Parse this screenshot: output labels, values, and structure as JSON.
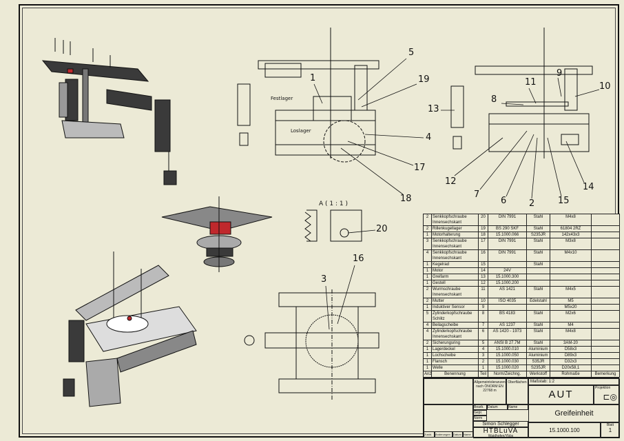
{
  "balloons": {
    "v2": [
      "5",
      "19",
      "1",
      "4",
      "17",
      "18"
    ],
    "v3": [
      "9",
      "10",
      "11",
      "8",
      "13",
      "12",
      "7",
      "6",
      "2",
      "15",
      "14"
    ],
    "detail": [
      "20"
    ],
    "top": [
      "3",
      "16"
    ]
  },
  "annotations": {
    "festlager": "Festlager",
    "loslager": "Loslager",
    "detail_label": "A ( 1 : 1 )"
  },
  "parts_list": {
    "headers": [
      "Anz.",
      "Benennung",
      "Teil",
      "Norm/Zeichng.",
      "Werkstoff",
      "Rohmaße",
      "Bemerkung"
    ],
    "rows": [
      [
        "2",
        "Senkkopfschraube Innensechskant",
        "20",
        "DIN 7991",
        "Stahl",
        "M4x8",
        ""
      ],
      [
        "2",
        "Rillenkugellager",
        "19",
        "BS 290 SKF",
        "Stahl",
        "61804 2RZ",
        ""
      ],
      [
        "1",
        "Motorhalterung",
        "18",
        "15.1000.066",
        "S235JR",
        "142x43x3",
        ""
      ],
      [
        "3",
        "Senkkopfschraube Innensechskant",
        "17",
        "DIN 7991",
        "Stahl",
        "M3x8",
        ""
      ],
      [
        "4",
        "Senkkopfschraube Innensechskant",
        "16",
        "DIN 7991",
        "Stahl",
        "M4x10",
        ""
      ],
      [
        "1",
        "Kegelrad",
        "15",
        "",
        "Stahl",
        "",
        ""
      ],
      [
        "1",
        "Motor",
        "14",
        "24V",
        "",
        "",
        ""
      ],
      [
        "1",
        "Greifarm",
        "13",
        "15.1000.300",
        "",
        "",
        ""
      ],
      [
        "1",
        "Gestell",
        "12",
        "15.1000.200",
        "",
        "",
        ""
      ],
      [
        "2",
        "Wurmschraube Innensechskant",
        "11",
        "AS 1421",
        "Stahl",
        "M4x5",
        ""
      ],
      [
        "2",
        "Mutter",
        "10",
        "ISO 4035",
        "Edelstahl",
        "M5",
        ""
      ],
      [
        "1",
        "Induktiver Sensor",
        "9",
        "",
        "",
        "M5x20",
        ""
      ],
      [
        "5",
        "Zylinderkopfschraube Schlitz",
        "8",
        "BS 4183",
        "Stahl",
        "M2x6",
        ""
      ],
      [
        "4",
        "Beilagscheibe",
        "7",
        "AS 1237",
        "Stahl",
        "M4",
        ""
      ],
      [
        "4",
        "Zylinderkopfschraube Innensechskant",
        "6",
        "AS 1420 - 1973",
        "Stahl",
        "M4x8",
        ""
      ],
      [
        "2",
        "Sicherungsring",
        "5",
        "ANSI B 27.7M",
        "Stahl",
        "3AM-20",
        ""
      ],
      [
        "1",
        "Lagerdeckel",
        "4",
        "15.1000.010",
        "Aluminium",
        "D58x3",
        ""
      ],
      [
        "1",
        "Lochscheibe",
        "3",
        "15.1000.050",
        "Aluminium",
        "D89x3",
        ""
      ],
      [
        "1",
        "Flansch",
        "2",
        "15.1000.030",
        "S35JR",
        "D32x3",
        ""
      ],
      [
        "1",
        "Welle",
        "1",
        "15.1000.020",
        "S235JR",
        "D20x58,1",
        ""
      ]
    ]
  },
  "title_block": {
    "tolerance": "Allgemeintoleranzen nach ÖNORM EN 22768 m",
    "surface": "Oberflächen",
    "scale": "Maßstab: 1:2",
    "department": "AUT",
    "projection": "Projektion",
    "datum_label": "Datum",
    "name_label": "Name",
    "bearb": "Bearb.",
    "gepr": "Gepr.",
    "norm": "Norm",
    "author": "Simon Schlegger",
    "school": "HTBLuVA",
    "location": "Waidhofen/Ybbs",
    "title": "Greifeinheit",
    "drawing_number": "15.1000.100",
    "sheet_label": "Blatt",
    "sheet": "1",
    "rev_headers": [
      "Zustd.",
      "Änderungen",
      "Datum",
      "Name"
    ]
  },
  "colors": {
    "background": "#ecead6",
    "line": "#111111",
    "part_dark": "#3a3a3a",
    "accent_red": "#c0282c"
  }
}
